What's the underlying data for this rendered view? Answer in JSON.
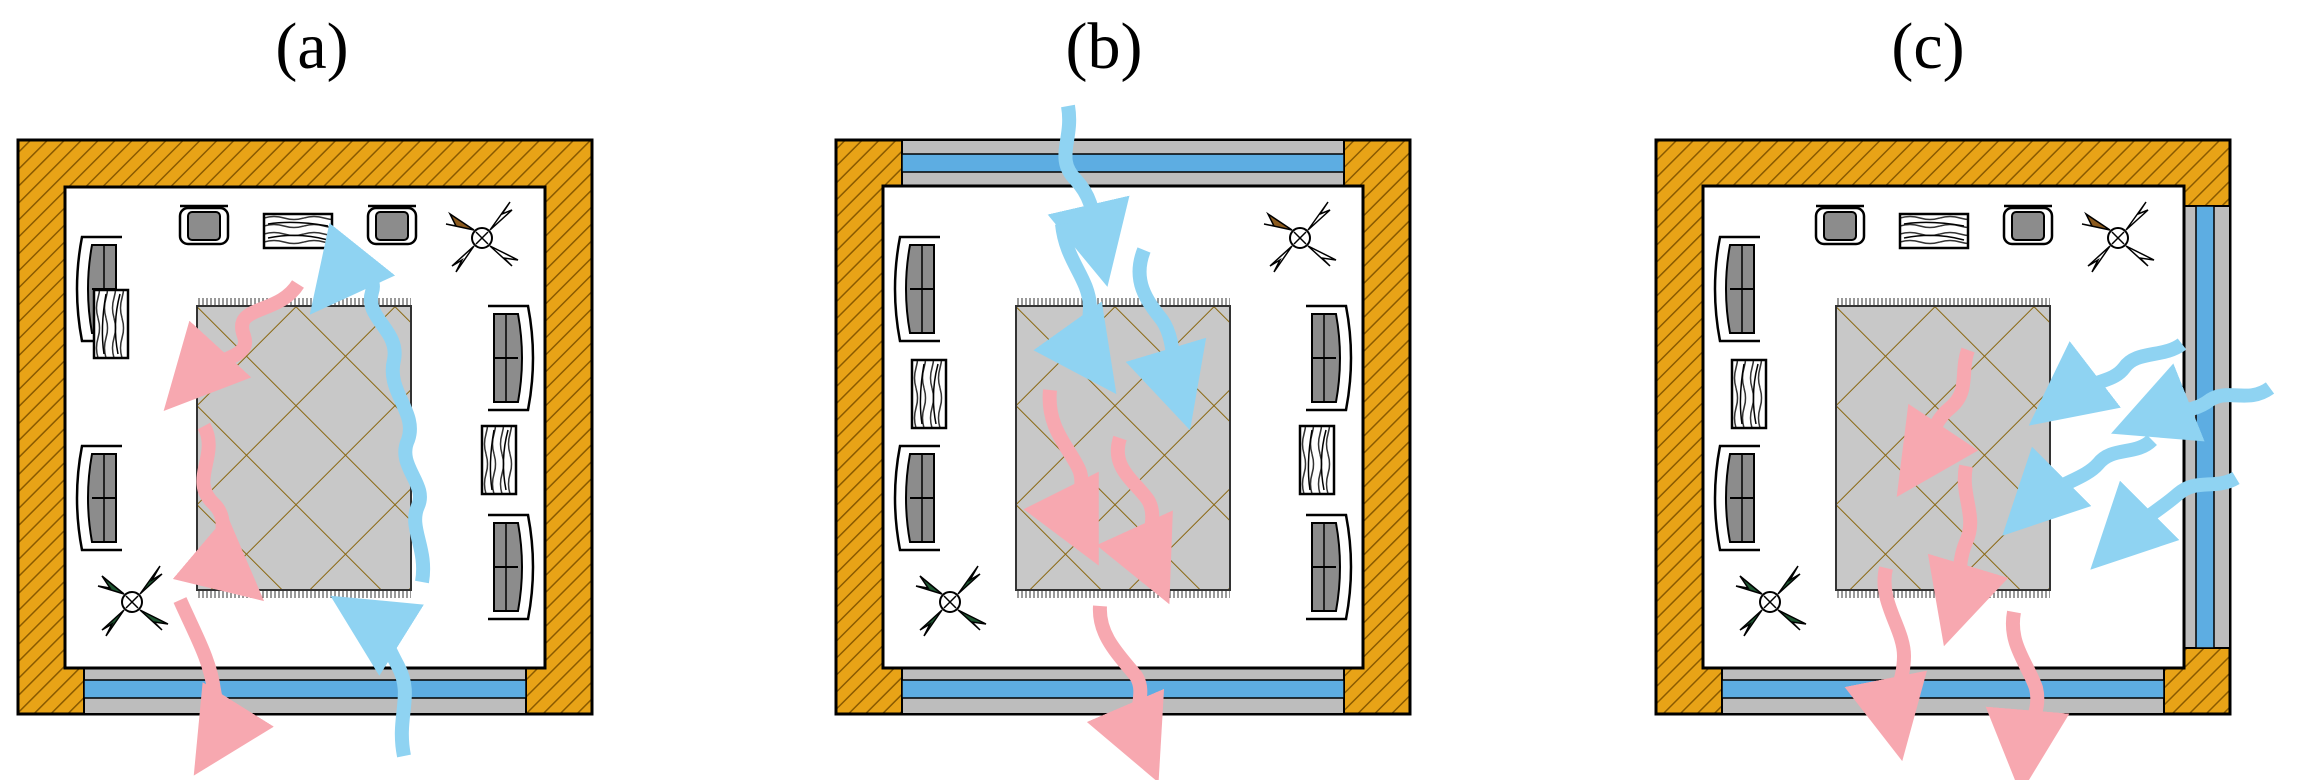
{
  "panels": [
    {
      "label": "(a)",
      "windows": [
        "bottom"
      ]
    },
    {
      "label": "(b)",
      "windows": [
        "top",
        "bottom"
      ]
    },
    {
      "label": "(c)",
      "windows": [
        "right",
        "bottom"
      ]
    }
  ],
  "colors": {
    "wall": "#E8A317",
    "wall_hatch": "#8A5A00",
    "window_glass": "#5DADE2",
    "window_frame": "#BDBDBD",
    "rug": "#C8C8C8",
    "rug_lines": "#8B6914",
    "sofa": "#8C8C8C",
    "warm_air": "#F7A8B0",
    "cool_air": "#8FD3F2",
    "plant_dark": "#1E5631",
    "plant_brown": "#8B5A1E"
  },
  "icons": [
    "sofa-icon",
    "chair-icon",
    "wood-table-icon",
    "plant-icon",
    "rug-icon",
    "warm-air-arrow-icon",
    "cool-air-arrow-icon"
  ]
}
